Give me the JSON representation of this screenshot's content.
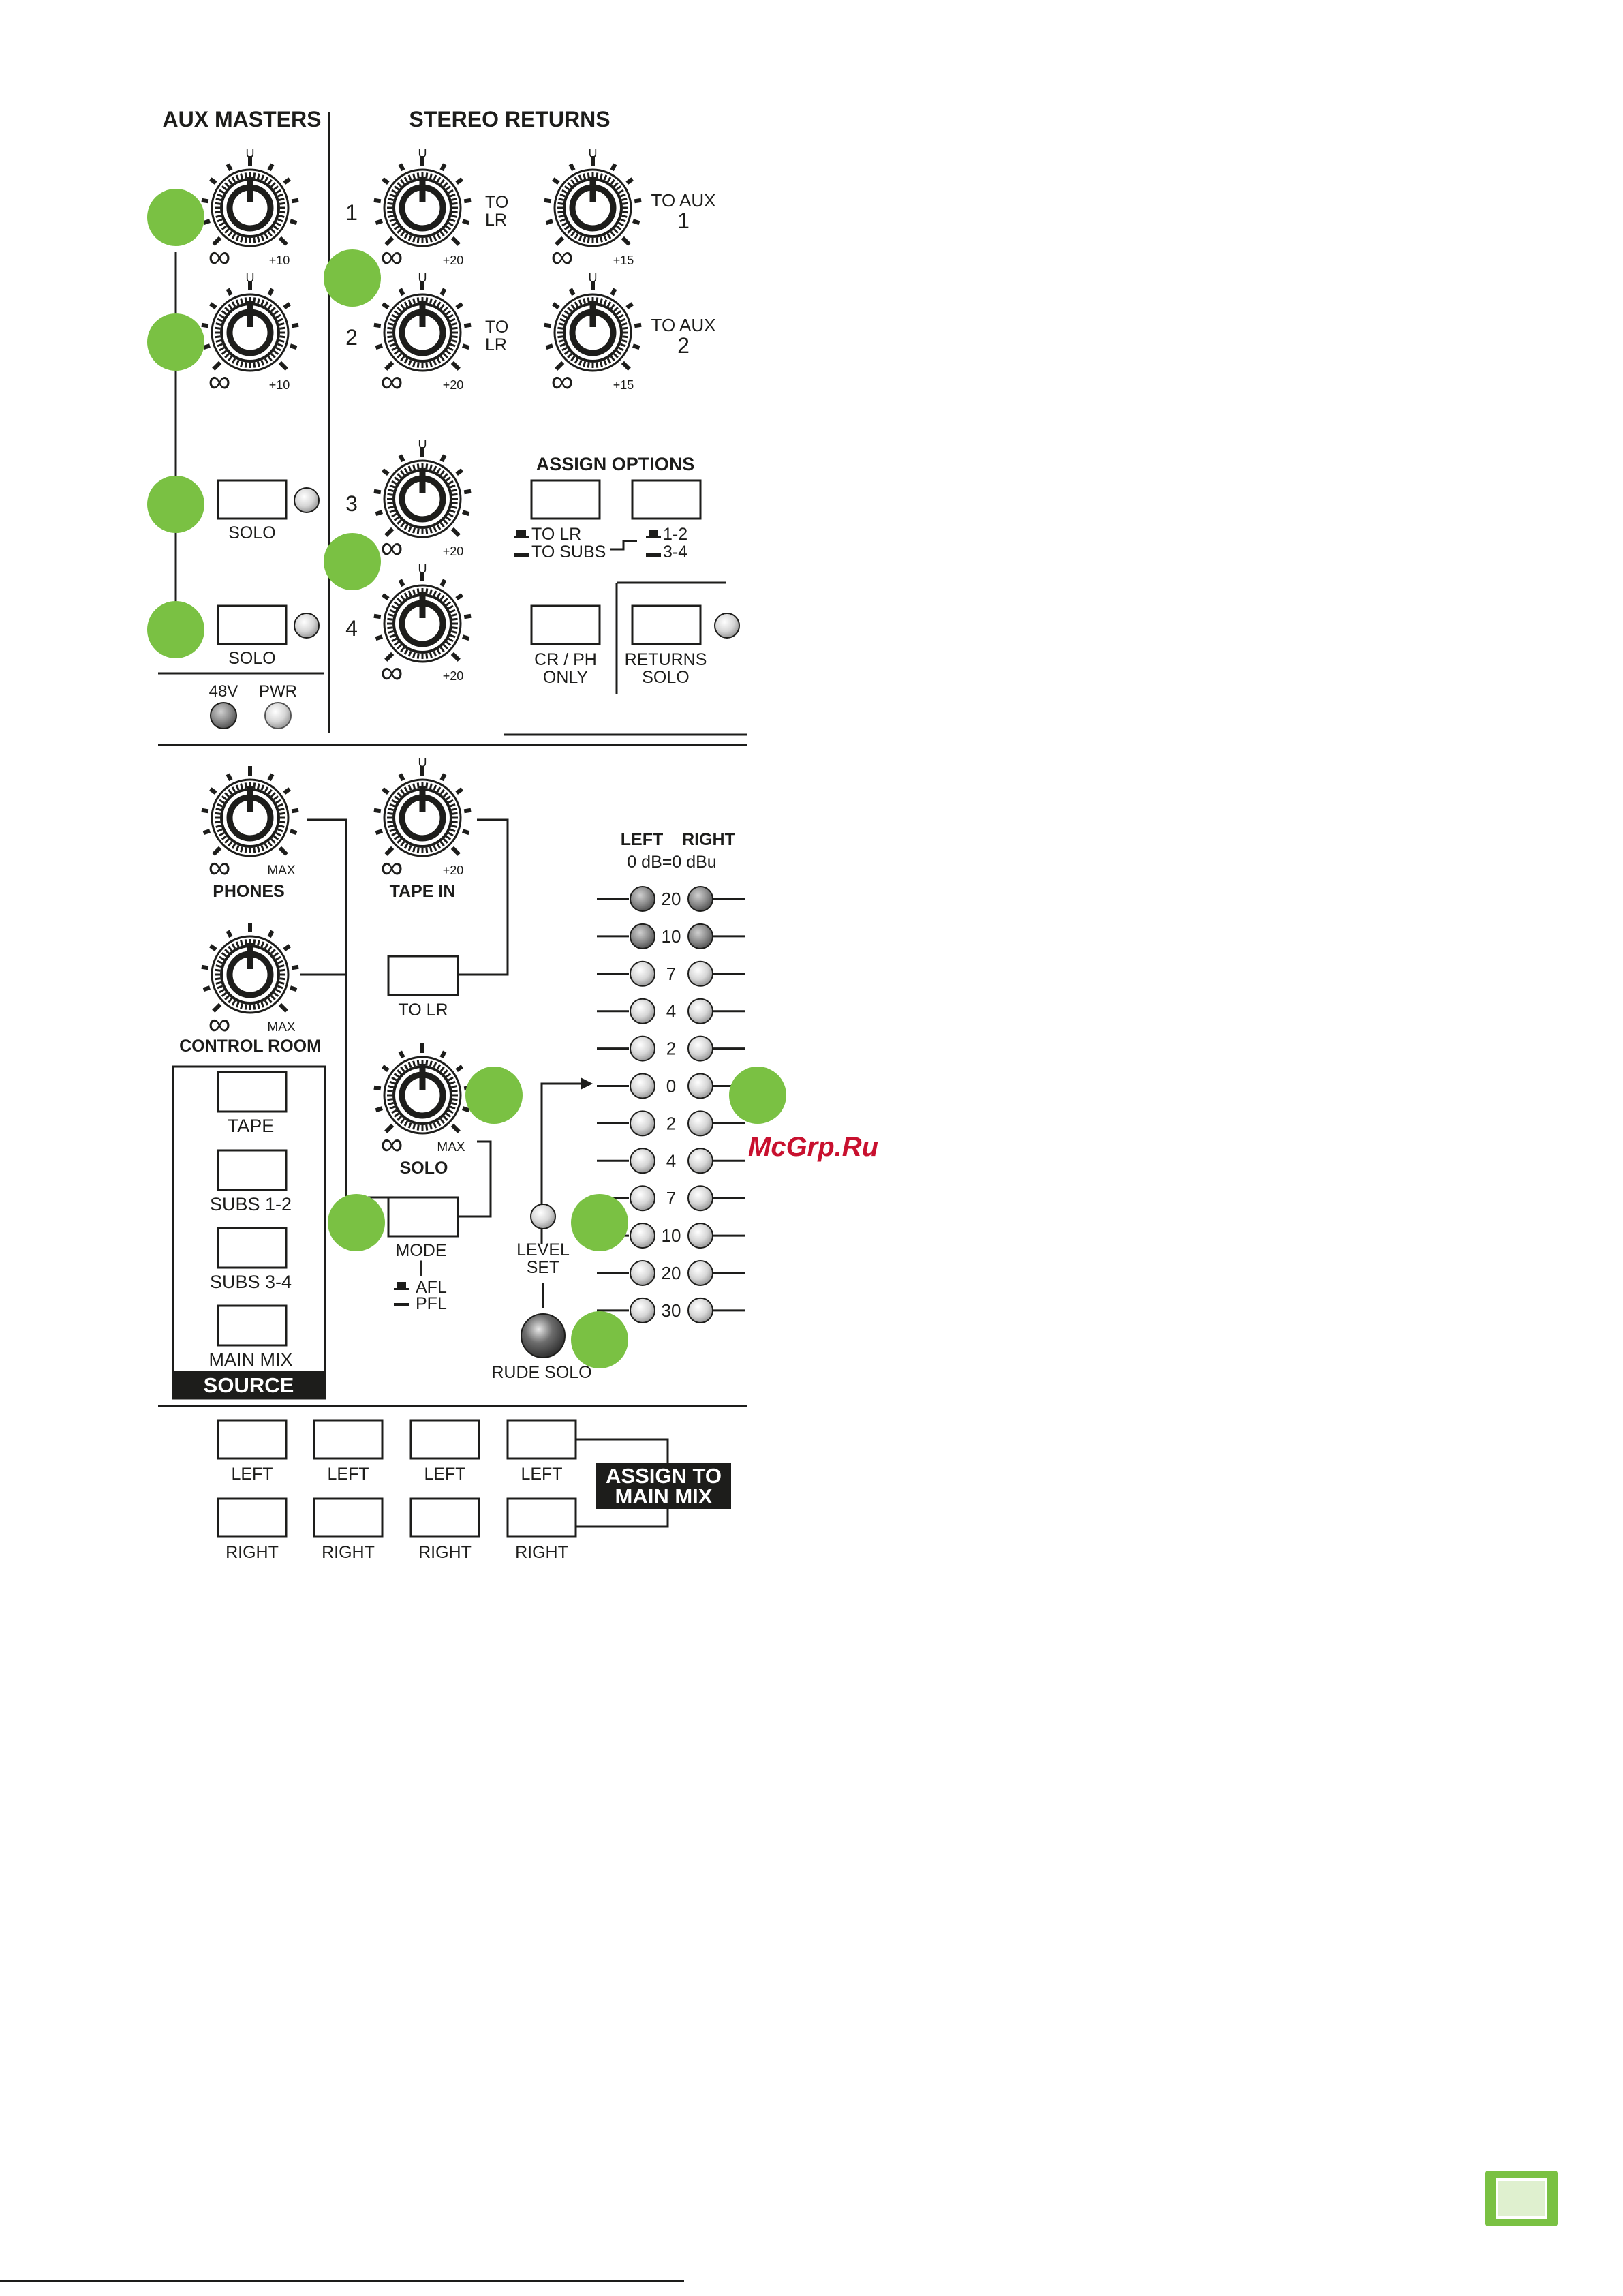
{
  "headings": {
    "aux_masters": "AUX MASTERS",
    "stereo_returns": "STEREO RETURNS",
    "assign_options": "ASSIGN OPTIONS"
  },
  "knob_marks": {
    "unity": "U",
    "infinity": "∞",
    "plus10": "+10",
    "plus15": "+15",
    "plus20": "+20",
    "max": "MAX"
  },
  "returns": {
    "numbers": [
      "1",
      "2",
      "3",
      "4"
    ],
    "to": "TO",
    "lr": "LR",
    "to_aux": "TO AUX",
    "aux_numbers": [
      "1",
      "2"
    ]
  },
  "aux_section": {
    "solo_label": "SOLO",
    "led_48v": "48V",
    "led_pwr": "PWR"
  },
  "assign": {
    "to_lr": "TO LR",
    "to_subs": "TO SUBS",
    "one_two": "1-2",
    "three_four": "3-4",
    "cr_ph_1": "CR / PH",
    "cr_ph_2": "ONLY",
    "returns_solo_1": "RETURNS",
    "returns_solo_2": "SOLO"
  },
  "monitor": {
    "phones": "PHONES",
    "control_room": "CONTROL ROOM",
    "tape_in": "TAPE IN",
    "to_lr": "TO LR",
    "solo": "SOLO",
    "mode": "MODE",
    "mode_sep": "|",
    "afl": "AFL",
    "pfl": "PFL",
    "level_set_1": "LEVEL",
    "level_set_2": "SET",
    "rude_solo": "RUDE SOLO"
  },
  "source": {
    "buttons": [
      "TAPE",
      "SUBS 1-2",
      "SUBS 3-4",
      "MAIN MIX"
    ],
    "title": "SOURCE"
  },
  "meter": {
    "left": "LEFT",
    "right": "RIGHT",
    "ref": "0 dB=0 dBu",
    "scale": [
      "20",
      "10",
      "7",
      "4",
      "2",
      "0",
      "2",
      "4",
      "7",
      "10",
      "20",
      "30"
    ]
  },
  "main_mix": {
    "left": "LEFT",
    "right": "RIGHT",
    "title_1": "ASSIGN TO",
    "title_2": "MAIN MIX"
  },
  "watermark": "McGrp.Ru",
  "colors": {
    "callout_green": "#7ac143",
    "ink": "#1d1d1b",
    "led_dark": "#8a8a8a",
    "led_light": "#d9d9d9"
  }
}
